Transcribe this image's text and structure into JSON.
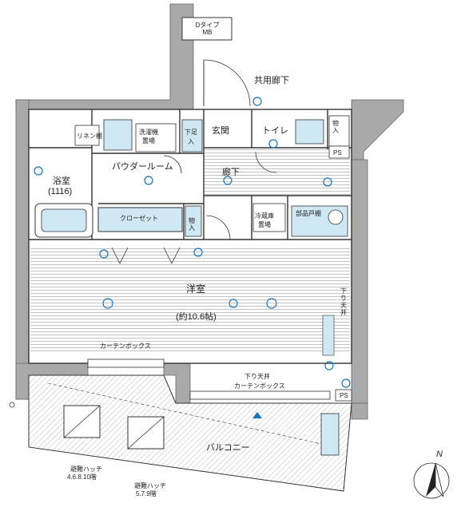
{
  "rooms": {
    "western_room": "洋室",
    "western_room_size": "(約10.6帖)",
    "bathroom": "浴室",
    "bathroom_size": "(1116)",
    "powder_room": "パウダールーム",
    "closet": "クローゼット",
    "storage_west": "物入",
    "storage_toilet": "物入",
    "entrance": "玄関",
    "toilet": "トイレ",
    "hallway": "廊下",
    "shared_corridor": "共用廊下",
    "balcony": "バルコニー",
    "washer_space_line1": "洗濯機",
    "washer_space_line2": "置場",
    "fridge_space_line1": "冷蔵庫",
    "fridge_space_line2": "置場",
    "shoe_box_line1": "下足",
    "shoe_box_line2": "入",
    "linen": "リネン棚",
    "kitchen_sink": "部品戸棚"
  },
  "labels": {
    "type_line1": "Dタイプ",
    "type_line2": "MB",
    "curtain_box_top": "カーテンボックス",
    "curtain_box_bottom": "カーテンボックス",
    "ceiling_drop_right": "下り天井",
    "ceiling_drop_bottom": "下り天井",
    "ps_upper": "PS",
    "ps_lower": "PS",
    "hatch_left_line1": "避難ハッチ",
    "hatch_left_line2": "4.6.8.10階",
    "hatch_right_line1": "避難ハッチ",
    "hatch_right_line2": "5.7.9階",
    "north": "N"
  },
  "colors": {
    "wall": "#a9a9a9",
    "line": "#333333",
    "fixture_fill": "#cfe8f3",
    "symbol_blue": "#1a73b7"
  }
}
